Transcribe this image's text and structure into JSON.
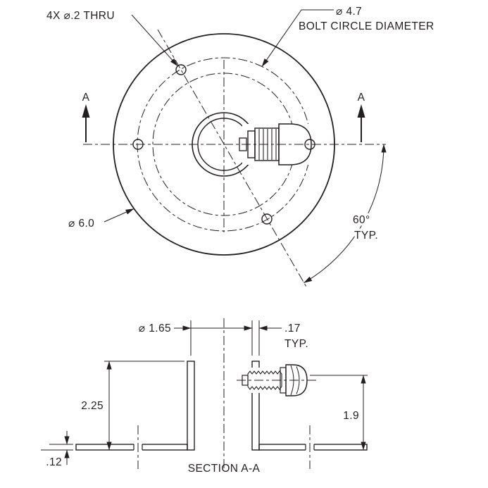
{
  "meta": {
    "background": "#ffffff",
    "ink": "#231f20",
    "drawing_type": "2-view mechanical drawing of a flanged tube with barbed fitting"
  },
  "top_view": {
    "holes_note": "4X ⌀.2 THRU",
    "bolt_circle": {
      "diameter": "⌀ 4.7",
      "caption": "BOLT CIRCLE DIAMETER"
    },
    "outer_diameter": "⌀ 6.0",
    "angle": {
      "value": "60°",
      "suffix": "TYP."
    },
    "section_marker_left": "A",
    "section_marker_right": "A"
  },
  "section_view": {
    "title": "SECTION A-A",
    "tube_diameter": "⌀ 1.65",
    "wall_thickness": {
      "value": ".17",
      "suffix": "TYP."
    },
    "flange_height": "2.25",
    "fitting_height": "1.9",
    "base_thickness": ".12"
  }
}
